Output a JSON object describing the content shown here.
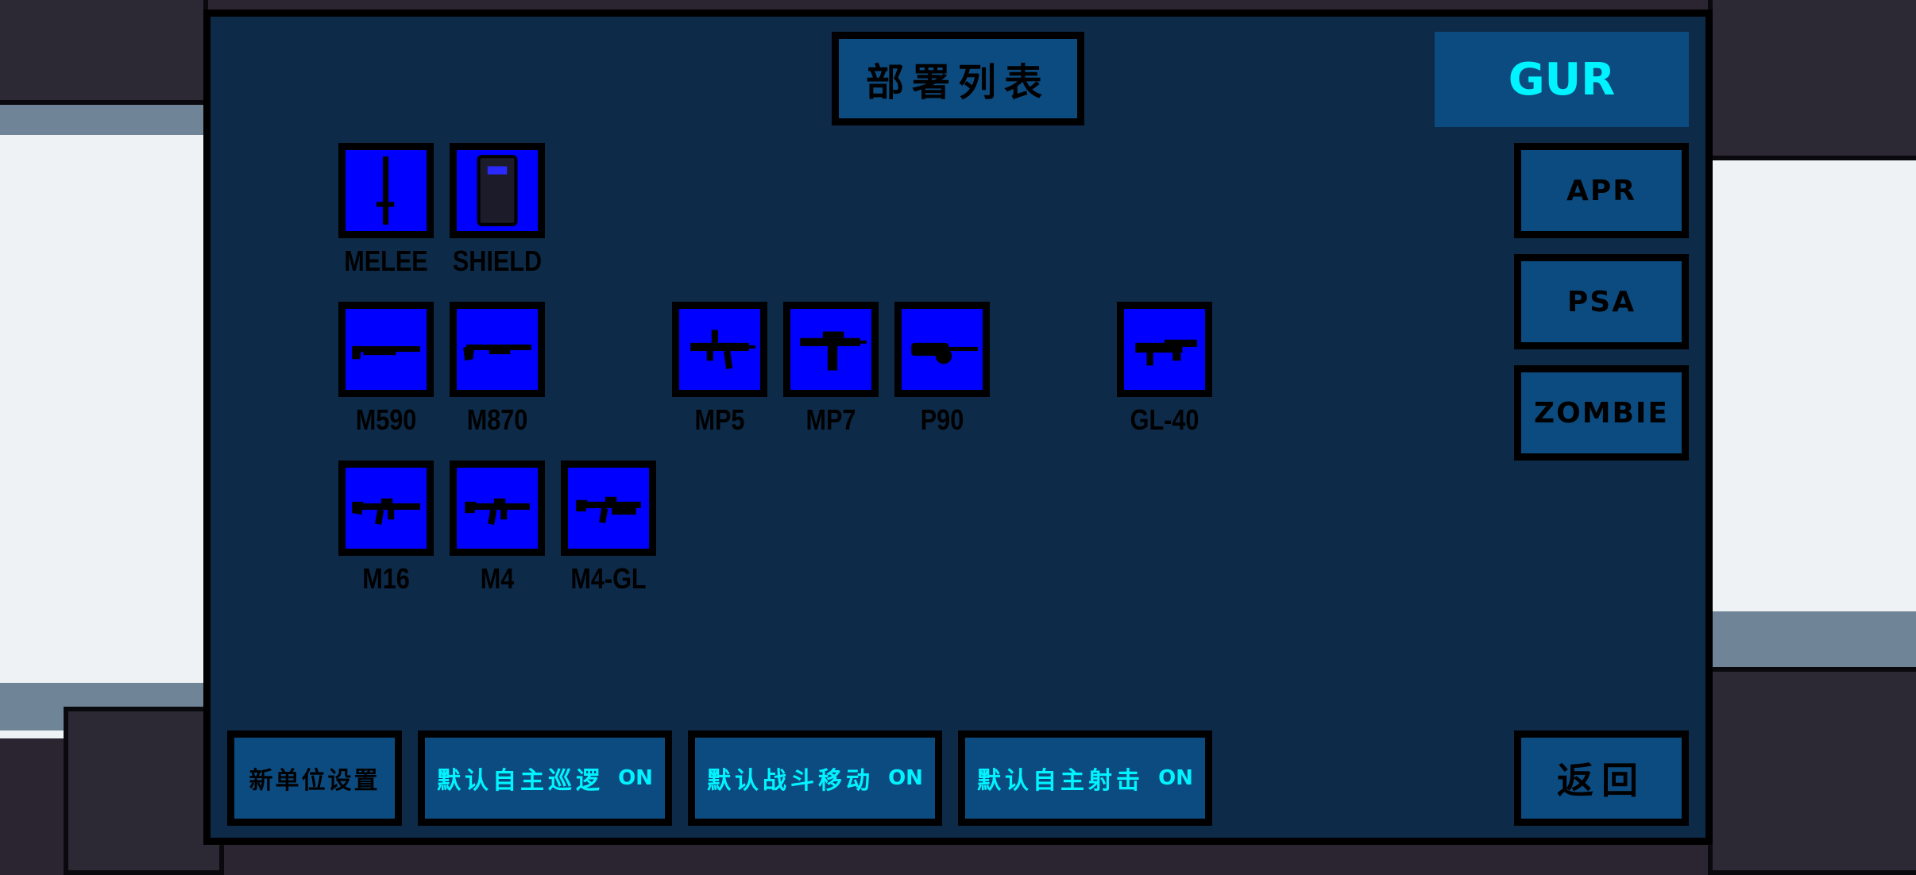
{
  "title": "部署列表",
  "factions": {
    "active": "GUR",
    "others": [
      "APR",
      "PSA",
      "ZOMBIE"
    ]
  },
  "units": [
    {
      "label": "MELEE",
      "icon": "baton-icon"
    },
    {
      "label": "SHIELD",
      "icon": "riot-shield-icon"
    },
    {
      "label": "M590",
      "icon": "shotgun-icon"
    },
    {
      "label": "M870",
      "icon": "shotgun-icon"
    },
    {
      "label": "MP5",
      "icon": "smg-icon"
    },
    {
      "label": "MP7",
      "icon": "smg-icon"
    },
    {
      "label": "P90",
      "icon": "smg-bullpup-icon"
    },
    {
      "label": "GL-40",
      "icon": "grenade-launcher-icon"
    },
    {
      "label": "M16",
      "icon": "rifle-icon"
    },
    {
      "label": "M4",
      "icon": "rifle-icon"
    },
    {
      "label": "M4-GL",
      "icon": "rifle-launcher-icon"
    }
  ],
  "bottom": {
    "new_unit_settings": "新单位设置",
    "auto_patrol": {
      "label": "默认自主巡逻",
      "state": "ON"
    },
    "combat_move": {
      "label": "默认战斗移动",
      "state": "ON"
    },
    "auto_fire": {
      "label": "默认自主射击",
      "state": "ON"
    },
    "back": "返回"
  },
  "colors": {
    "panel": "#0d2a48",
    "button": "#0c4b80",
    "tile": "#0000ff",
    "accent_text": "#00f4ff"
  }
}
